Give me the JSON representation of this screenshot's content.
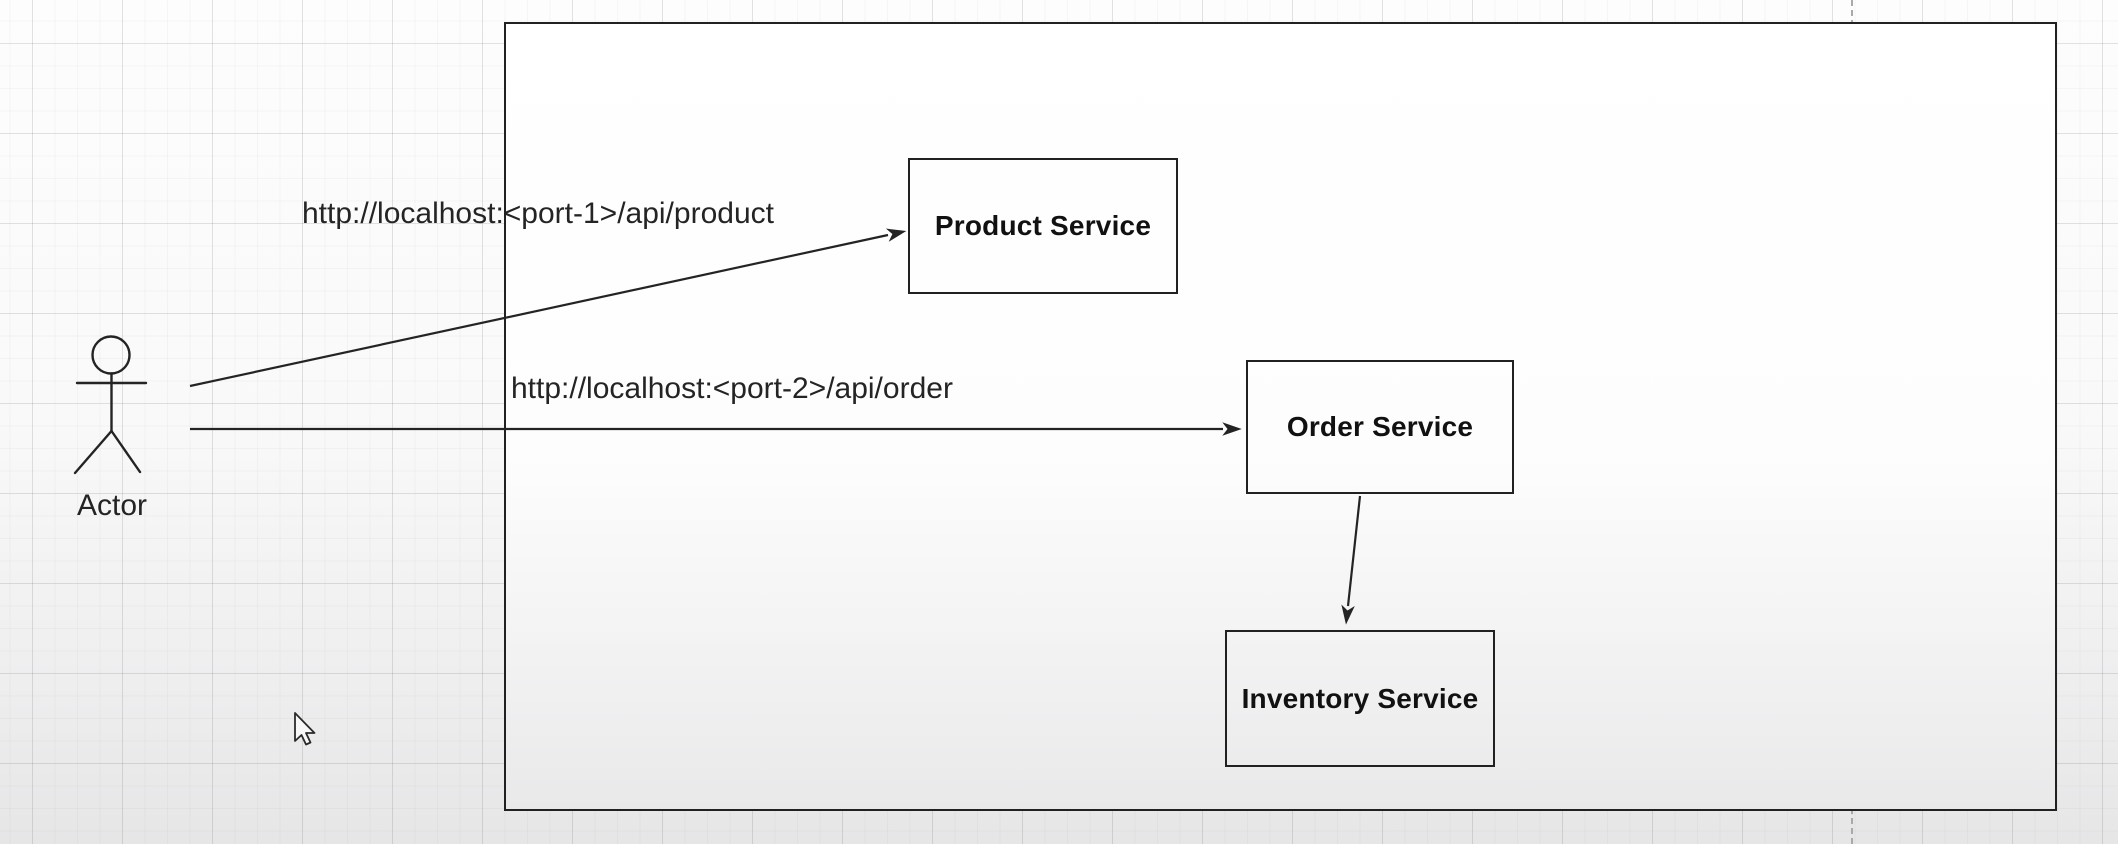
{
  "diagram": {
    "actor": {
      "label": "Actor"
    },
    "services": [
      {
        "label": "Product Service"
      },
      {
        "label": "Order Service"
      },
      {
        "label": "Inventory Service"
      }
    ],
    "requests": [
      {
        "from": "Actor",
        "to": "Product Service",
        "label": "http://localhost:<port-1>/api/product"
      },
      {
        "from": "Actor",
        "to": "Order Service",
        "label": "http://localhost:<port-2>/api/order"
      },
      {
        "from": "Order Service",
        "to": "Inventory Service",
        "label": ""
      }
    ],
    "colors": {
      "stroke": "#242424",
      "text": "#1d1d1d",
      "grid_major": "#d6d6d6",
      "canvas_bottom": "#e6e6e7"
    }
  }
}
